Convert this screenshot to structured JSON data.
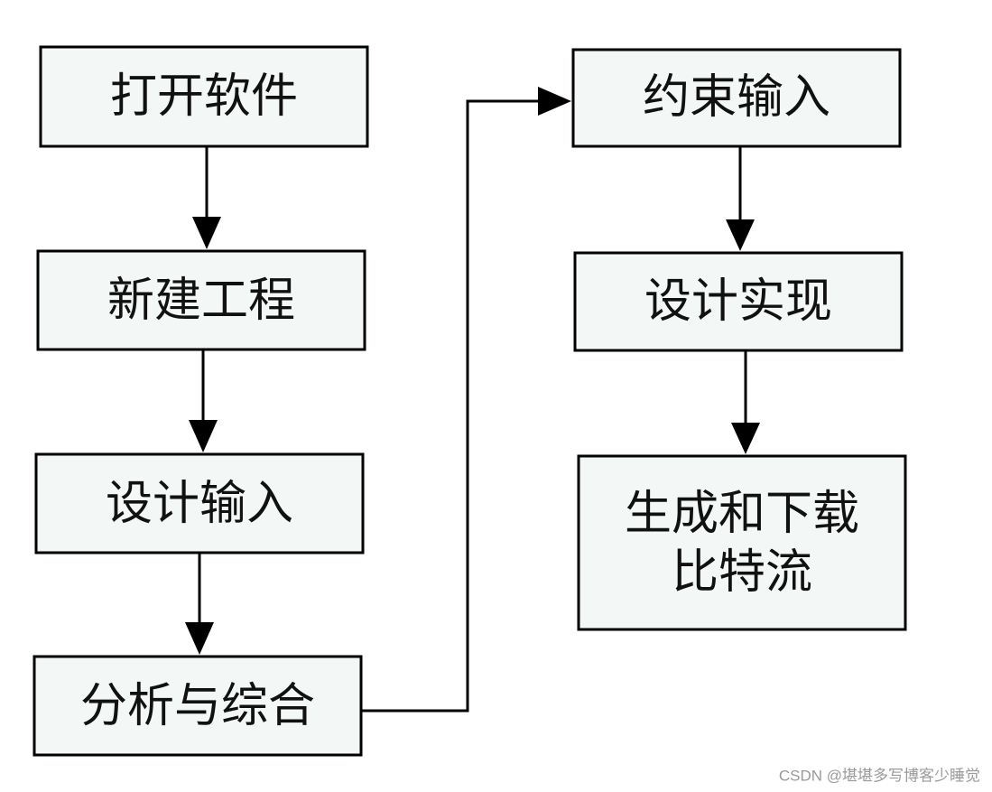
{
  "diagram": {
    "steps": [
      {
        "label": "打开软件"
      },
      {
        "label": "新建工程"
      },
      {
        "label": "设计输入"
      },
      {
        "label": "分析与综合"
      },
      {
        "label": "约束输入"
      },
      {
        "label": "设计实现"
      },
      {
        "label_lines": [
          "生成和下载",
          "比特流"
        ]
      }
    ]
  },
  "watermark": "CSDN @堪堪多写博客少睡觉",
  "colors": {
    "box_fill": "#f3f7f6",
    "line": "#000000",
    "watermark": "#9a9a9a"
  }
}
